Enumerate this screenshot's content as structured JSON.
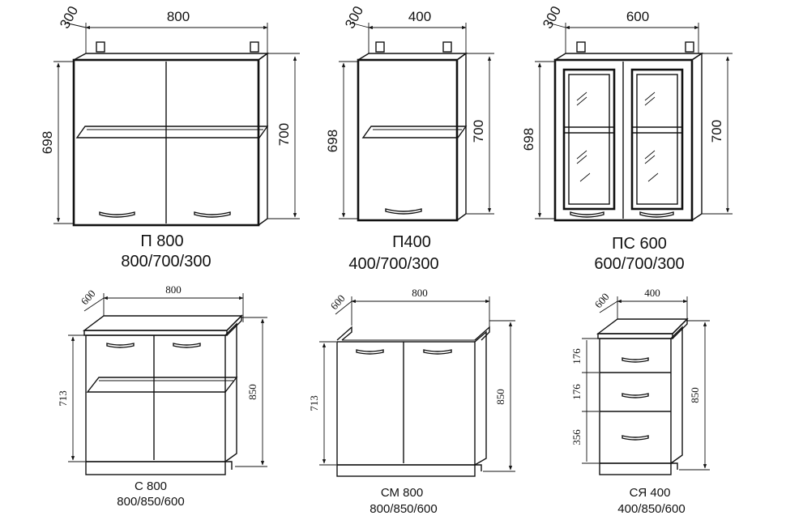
{
  "cabinets": [
    {
      "id": "p800",
      "name": "П 800",
      "sizes": "800/700/300",
      "width": "800",
      "depth": "300",
      "front_height": "698",
      "height": "700"
    },
    {
      "id": "p400",
      "name": "П400",
      "sizes": "400/700/300",
      "width": "400",
      "depth": "300",
      "front_height": "698",
      "height": "700"
    },
    {
      "id": "ps600",
      "name": "ПС 600",
      "sizes": "600/700/300",
      "width": "600",
      "depth": "300",
      "front_height": "698",
      "height": "700"
    },
    {
      "id": "s800",
      "name": "С 800",
      "sizes": "800/850/600",
      "width": "800",
      "depth": "600",
      "front_height": "713",
      "height": "850"
    },
    {
      "id": "sm800",
      "name": "СМ 800",
      "sizes": "800/850/600",
      "width": "800",
      "depth": "600",
      "front_height": "713",
      "height": "850"
    },
    {
      "id": "sya400",
      "name": "СЯ 400",
      "sizes": "400/850/600",
      "width": "400",
      "depth": "600",
      "height": "850",
      "drawer_heights": [
        "176",
        "176",
        "356"
      ]
    }
  ]
}
